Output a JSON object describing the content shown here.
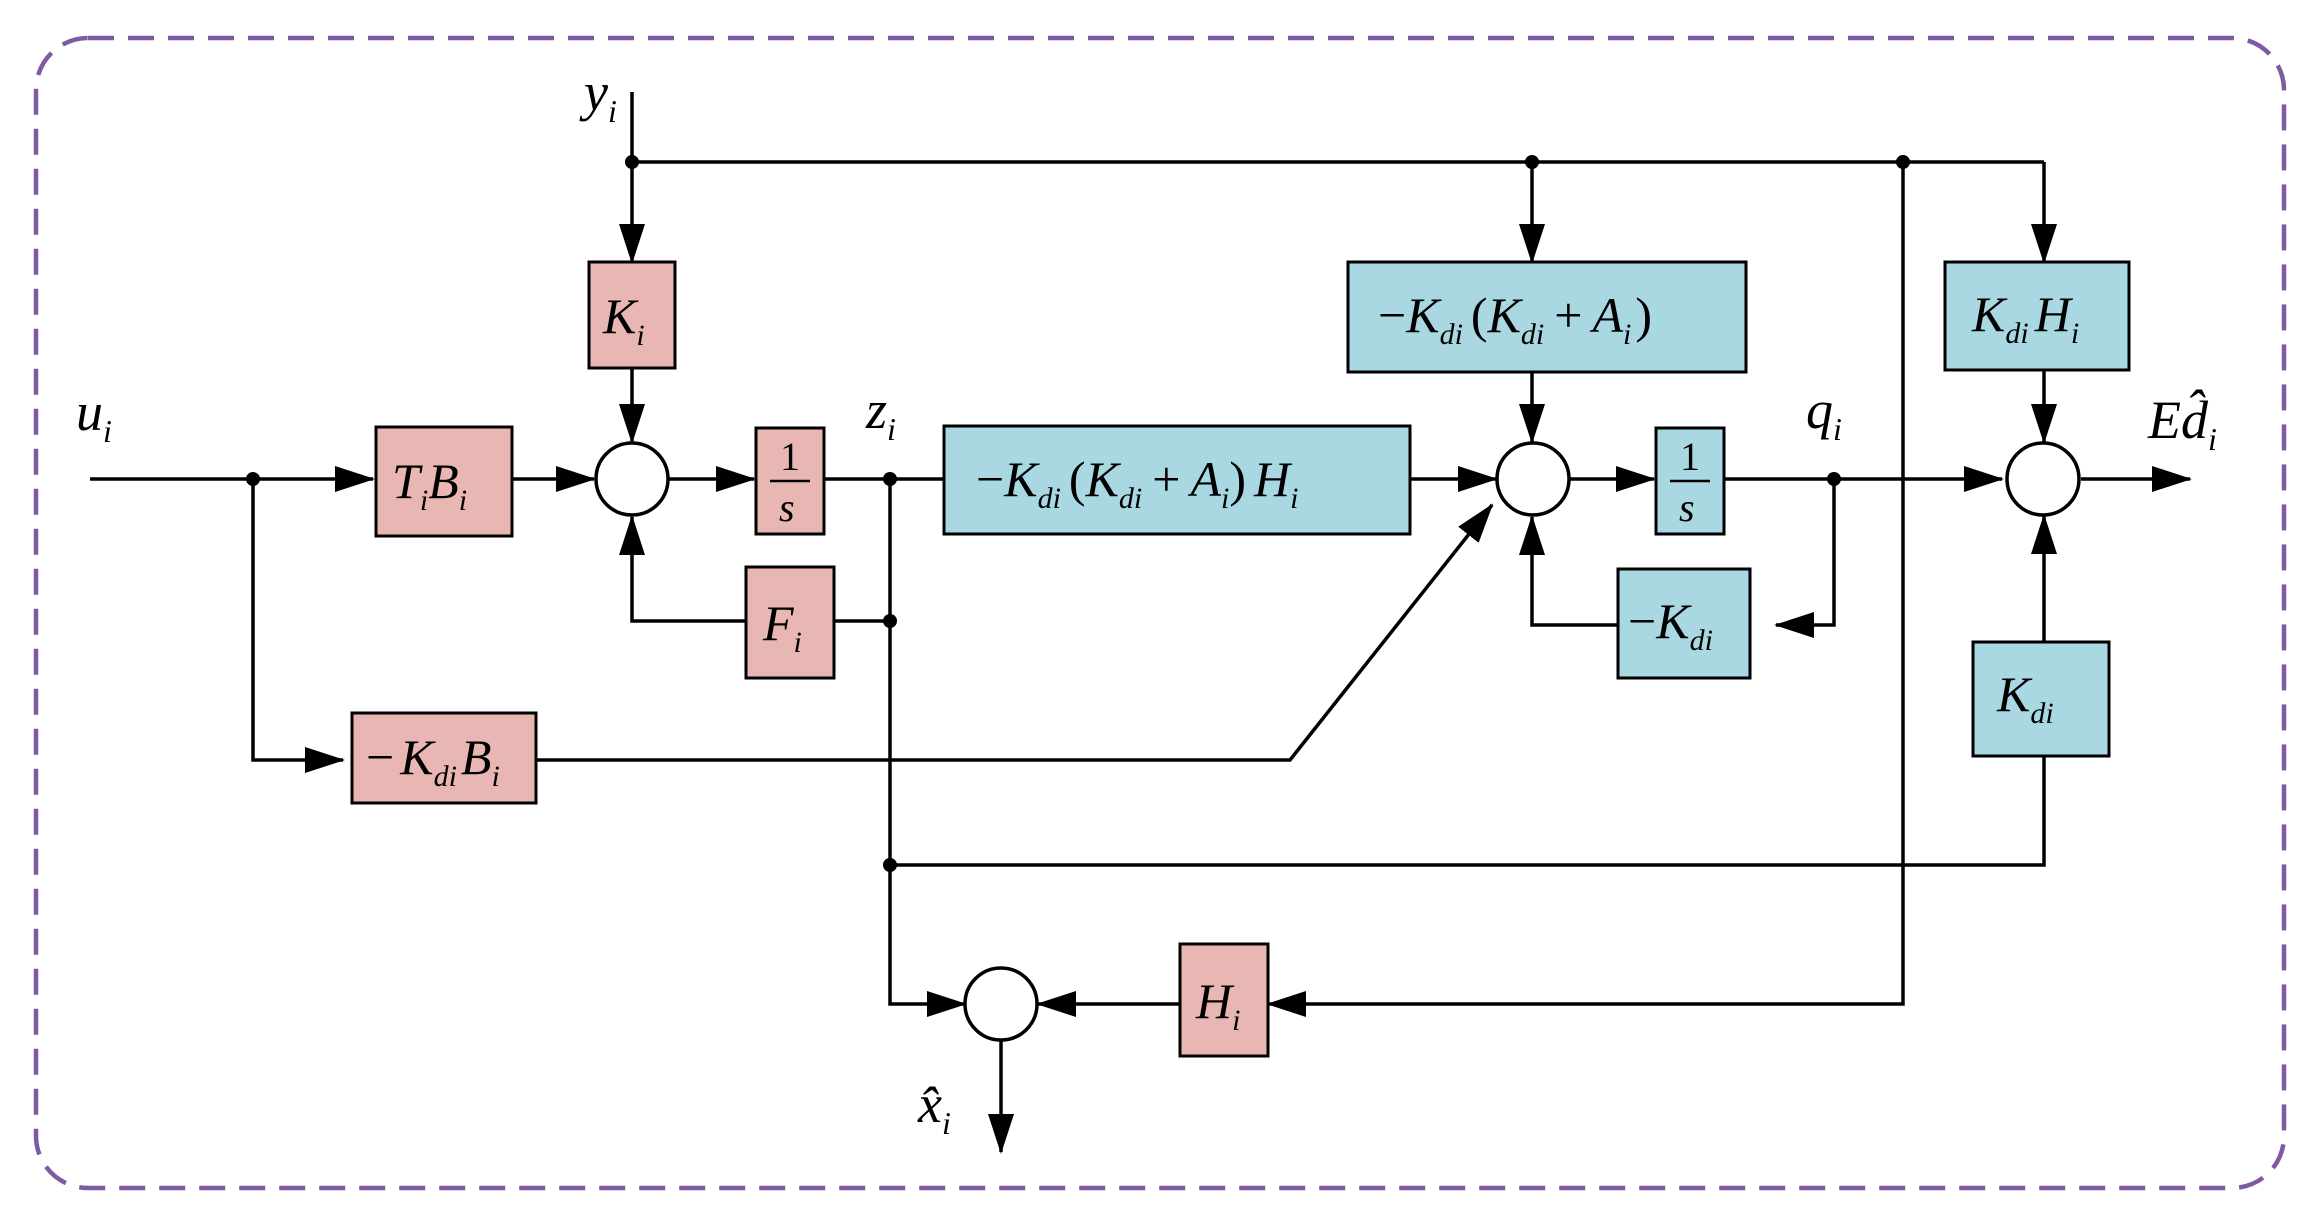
{
  "signals": {
    "u": {
      "base": "u",
      "sub": "i"
    },
    "y": {
      "base": "y",
      "sub": "i"
    },
    "z": {
      "base": "z",
      "sub": "i"
    },
    "q": {
      "base": "q",
      "sub": "i"
    },
    "ed": {
      "pre": "E",
      "base": "d̂",
      "sub": "i"
    },
    "xhat": {
      "base": "x̂",
      "sub": "i"
    }
  },
  "blocks": {
    "ki": {
      "base": "K",
      "sub": "i"
    },
    "tibi": {
      "t": "T",
      "t_sub": "i",
      "b": "B",
      "b_sub": "i"
    },
    "integrator1": {
      "num": "1",
      "den": "s"
    },
    "fi": {
      "base": "F",
      "sub": "i"
    },
    "kdbi": {
      "minus": "−",
      "k": "K",
      "k_sub": "di",
      "b": "B",
      "b_sub": "i"
    },
    "big_gain": {
      "minus": "−",
      "k1": "K",
      "k1_sub": "di",
      "lp": "(",
      "k2": "K",
      "k2_sub": "di",
      "plus": "+",
      "a": "A",
      "a_sub": "i",
      "rp": ")",
      "h": "H",
      "h_sub": "i"
    },
    "top_gain": {
      "minus": "−",
      "k1": "K",
      "k1_sub": "di",
      "lp": "(",
      "k2": "K",
      "k2_sub": "di",
      "plus": "+",
      "a": "A",
      "a_sub": "i",
      "rp": ")"
    },
    "integrator2": {
      "num": "1",
      "den": "s"
    },
    "neg_kd": {
      "minus": "−",
      "k": "K",
      "k_sub": "di"
    },
    "kdhi": {
      "k": "K",
      "k_sub": "di",
      "h": "H",
      "h_sub": "i"
    },
    "kd": {
      "k": "K",
      "k_sub": "di"
    },
    "hi": {
      "base": "H",
      "sub": "i"
    }
  },
  "colors": {
    "pink_block": "#e8b7b3",
    "blue_block": "#a9d8e2",
    "frame": "#7e5aa3"
  }
}
